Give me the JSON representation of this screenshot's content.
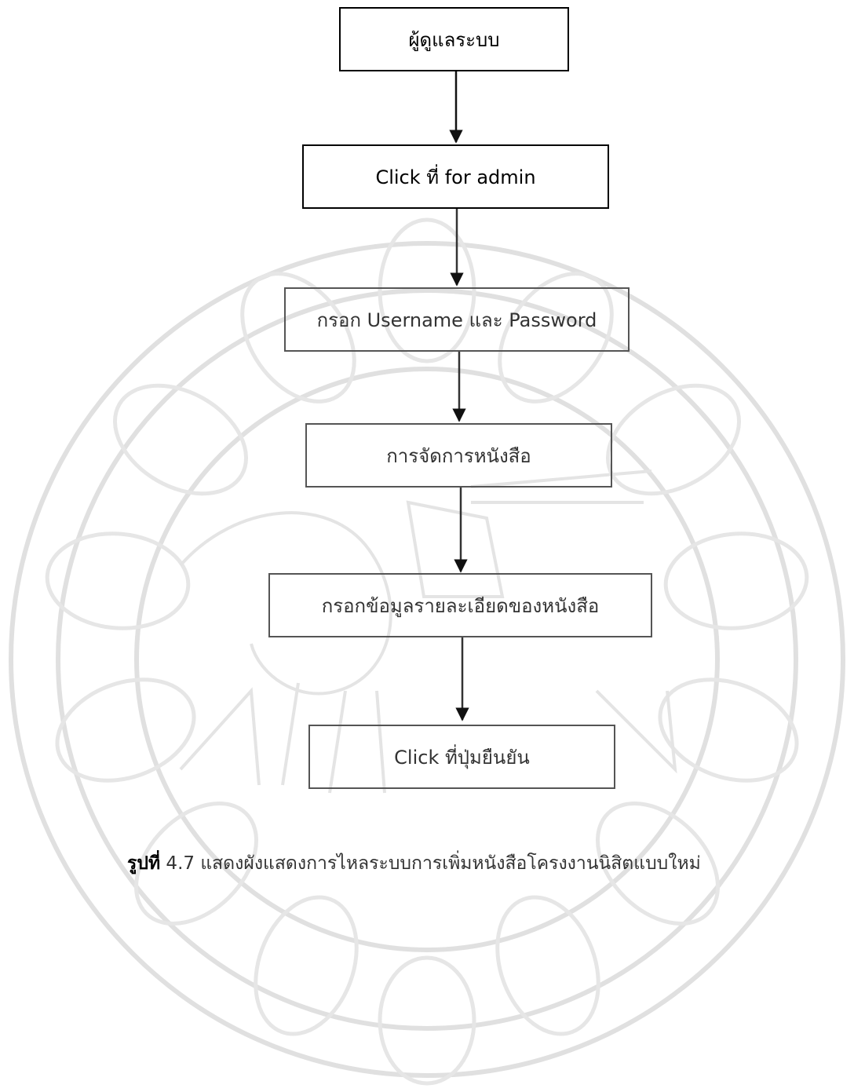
{
  "colors": {
    "box_border": "#000000",
    "arrow": "#222222",
    "watermark": "#dcdcdc"
  },
  "nodes": [
    {
      "label": "ผู้ดูแลระบบ"
    },
    {
      "label": "Click ที่ for admin"
    },
    {
      "label": "กรอก Username และ Password"
    },
    {
      "label": "การจัดการหนังสือ"
    },
    {
      "label": "กรอกข้อมูลรายละเอียดของหนังสือ"
    },
    {
      "label": "Click ที่ปุ่มยืนยัน"
    }
  ],
  "caption": {
    "label": "รูปที่",
    "text": " 4.7 แสดงผังแสดงการไหลระบบการเพิ่มหนังสือโครงงานนิสิตแบบใหม่"
  }
}
